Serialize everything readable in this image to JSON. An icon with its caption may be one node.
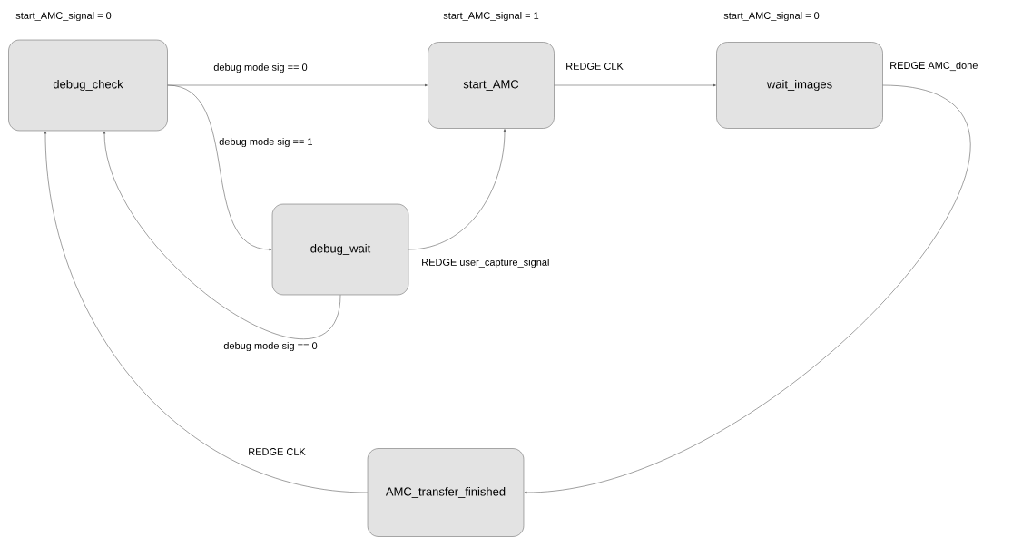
{
  "diagram": {
    "nodes": [
      {
        "text": [
          "debug_check"
        ],
        "beside": [
          "start_AMC_signal = 0"
        ]
      },
      {
        "text": [
          "start_AMC"
        ],
        "beside": [
          "start_AMC_signal = 1"
        ]
      },
      {
        "text": [
          "wait_images"
        ],
        "beside": [
          "start_AMC_signal = 0"
        ]
      },
      {
        "text": [
          "debug_wait"
        ]
      },
      {
        "text": [
          "AMC_transfer_finished"
        ]
      }
    ],
    "edges": [
      {
        "from": 0,
        "to": 1,
        "arrow": "to",
        "label": "debug mode sig == 0"
      },
      {
        "from": 0,
        "to": 3,
        "arrow": "to",
        "label": "debug mode sig == 1"
      },
      {
        "from": 3,
        "to": 1,
        "arrow": "to",
        "label": "REDGE user_capture_signal"
      },
      {
        "from": 1,
        "to": 2,
        "arrow": "to",
        "label": "REDGE CLK"
      },
      {
        "from": 2,
        "to": 4,
        "arrow": "to",
        "label": "REDGE AMC_done"
      },
      {
        "from": 3,
        "to": 0,
        "arrow": "to",
        "label": "debug mode sig == 0"
      },
      {
        "from": 4,
        "to": 0,
        "arrow": "to",
        "label": "REDGE CLK"
      }
    ]
  }
}
